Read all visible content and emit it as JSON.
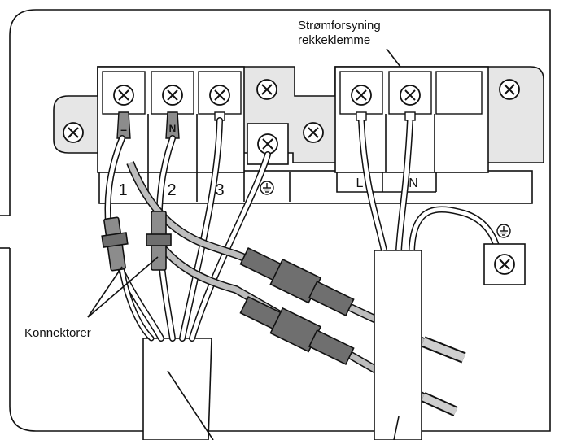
{
  "labels": {
    "supply_line1": "Strømforsyning",
    "supply_line2": "rekkeklemme",
    "connectors": "Konnektorer"
  },
  "terminal_numbers": [
    "1",
    "2",
    "3"
  ],
  "terminal_markers": [
    "–",
    "N"
  ],
  "supply_terminals": [
    "L",
    "N"
  ],
  "colors": {
    "line": "#111111",
    "panel": "#e6e6e6",
    "block": "#ffffff",
    "connector": "#8c8c8c",
    "connector_dark": "#6e6e6e",
    "shrink_tube": "#6f6f6f"
  }
}
